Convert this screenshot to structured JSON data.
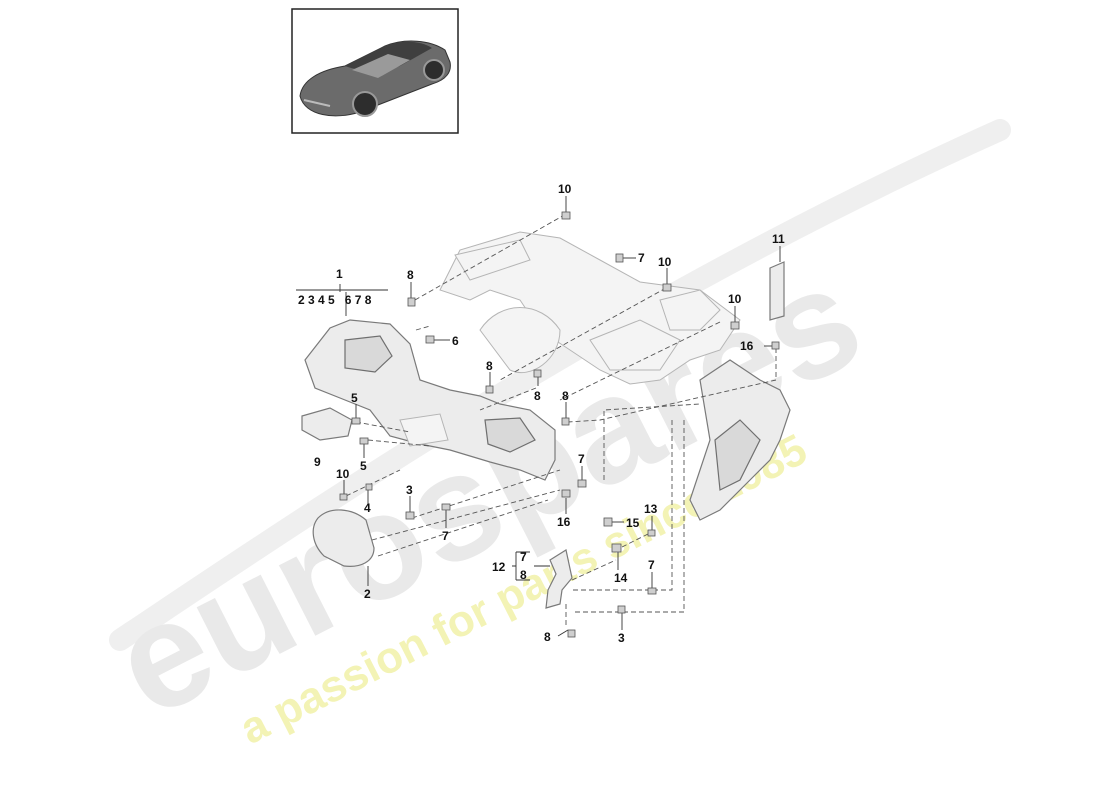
{
  "watermark": {
    "brand": "eurospares",
    "tagline": "a passion for parts since 1985",
    "brand_color": "#e6e6e6",
    "tagline_color": "#f2f2a8"
  },
  "thumbnail": {
    "icon": "car-icon"
  },
  "group_header": {
    "main": "1",
    "subs": "2 3 4 5   6 7 8"
  },
  "group_12": {
    "main": "12",
    "top": "7",
    "bottom": "8"
  },
  "callouts": [
    {
      "id": "c10a",
      "text": "10"
    },
    {
      "id": "c7a",
      "text": "7"
    },
    {
      "id": "c10b",
      "text": "10"
    },
    {
      "id": "c11",
      "text": "11"
    },
    {
      "id": "c8a",
      "text": "8"
    },
    {
      "id": "c10c",
      "text": "10"
    },
    {
      "id": "c6",
      "text": "6"
    },
    {
      "id": "c16a",
      "text": "16"
    },
    {
      "id": "c8b",
      "text": "8"
    },
    {
      "id": "c8c",
      "text": "8"
    },
    {
      "id": "c8d",
      "text": "8"
    },
    {
      "id": "c5a",
      "text": "5"
    },
    {
      "id": "c5b",
      "text": "5"
    },
    {
      "id": "c9",
      "text": "9"
    },
    {
      "id": "c7b",
      "text": "7"
    },
    {
      "id": "c10d",
      "text": "10"
    },
    {
      "id": "c4",
      "text": "4"
    },
    {
      "id": "c3a",
      "text": "3"
    },
    {
      "id": "c16b",
      "text": "16"
    },
    {
      "id": "c7c",
      "text": "7"
    },
    {
      "id": "c13",
      "text": "13"
    },
    {
      "id": "c15",
      "text": "15"
    },
    {
      "id": "c14",
      "text": "14"
    },
    {
      "id": "c7d",
      "text": "7"
    },
    {
      "id": "c2",
      "text": "2"
    },
    {
      "id": "c8e",
      "text": "8"
    },
    {
      "id": "c3b",
      "text": "3"
    }
  ]
}
